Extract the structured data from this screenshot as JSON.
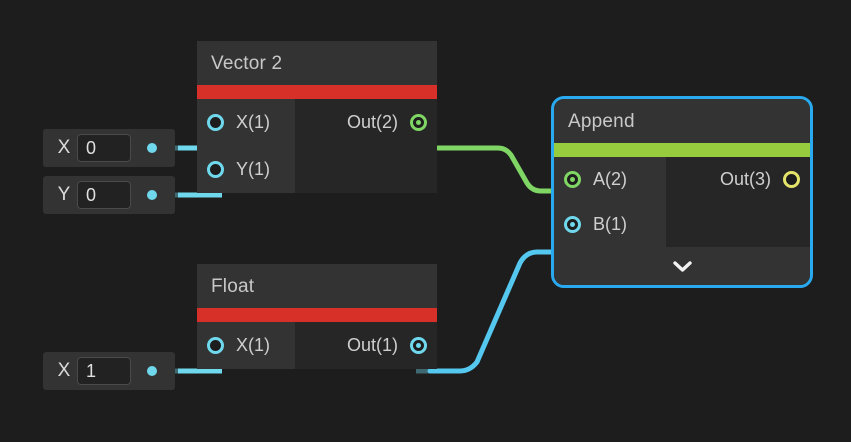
{
  "canvas": {
    "background": "#1d1d1d",
    "selection_color": "#29a9ef"
  },
  "nodes": [
    {
      "id": "vector2",
      "title": "Vector 2",
      "accent_color": "#d63028",
      "selected": false,
      "inputs": [
        {
          "label": "X(1)",
          "port_style": "ring-cyan",
          "connected": true
        },
        {
          "label": "Y(1)",
          "port_style": "ring-cyan",
          "connected": true
        }
      ],
      "outputs": [
        {
          "label": "Out(2)",
          "port_style": "ring-green-filled",
          "connected": true
        }
      ]
    },
    {
      "id": "float",
      "title": "Float",
      "accent_color": "#d63028",
      "selected": false,
      "inputs": [
        {
          "label": "X(1)",
          "port_style": "ring-cyan",
          "connected": true
        }
      ],
      "outputs": [
        {
          "label": "Out(1)",
          "port_style": "ring-cyan-filled",
          "connected": true
        }
      ]
    },
    {
      "id": "append",
      "title": "Append",
      "accent_color": "#97cc3e",
      "selected": true,
      "inputs": [
        {
          "label": "A(2)",
          "port_style": "ring-green-filled",
          "connected": true
        },
        {
          "label": "B(1)",
          "port_style": "ring-cyan-filled",
          "connected": true
        }
      ],
      "outputs": [
        {
          "label": "Out(3)",
          "port_style": "ring-yellow",
          "connected": false
        }
      ],
      "footer_icon": "chevron-down-icon"
    }
  ],
  "value_fields": [
    {
      "id": "vector2-x",
      "label": "X",
      "value": "0"
    },
    {
      "id": "vector2-y",
      "label": "Y",
      "value": "0"
    },
    {
      "id": "float-x",
      "label": "X",
      "value": "1"
    }
  ],
  "wires": [
    {
      "id": "vector2-out-to-append-a",
      "color": "#7fd664",
      "from": "vector2.Out(2)",
      "to": "append.A(2)"
    },
    {
      "id": "float-out-to-append-b",
      "color": "#55c8f0",
      "from": "float.Out(1)",
      "to": "append.B(1)"
    },
    {
      "id": "x-stub-to-vector2-x",
      "color": "#6fd8ec",
      "from": "vector2-x",
      "to": "vector2.X(1)"
    },
    {
      "id": "y-stub-to-vector2-y",
      "color": "#6fd8ec",
      "from": "vector2-y",
      "to": "vector2.Y(1)"
    },
    {
      "id": "x-stub-to-float-x",
      "color": "#6fd8ec",
      "from": "float-x",
      "to": "float.X(1)"
    }
  ]
}
